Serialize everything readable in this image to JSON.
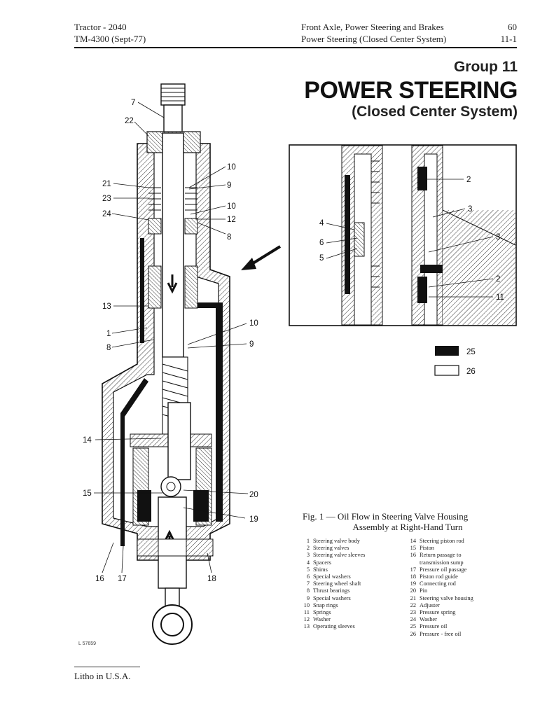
{
  "header": {
    "left_line1": "Tractor - 2040",
    "left_line2": "TM-4300 (Sept-77)",
    "right_line1": "Front Axle, Power Steering and Brakes",
    "right_page1": "60",
    "right_line2": "Power Steering (Closed Center System)",
    "right_page2": "11-1"
  },
  "group": "Group 11",
  "title": "POWER STEERING",
  "subtitle": "(Closed Center System)",
  "main_callouts": {
    "c7": "7",
    "c22": "22",
    "c21": "21",
    "c23": "23",
    "c24": "24",
    "c10a": "10",
    "c9a": "9",
    "c10b": "10",
    "c12": "12",
    "c8a": "8",
    "c13": "13",
    "c1": "1",
    "c8b": "8",
    "c10c": "10",
    "c9b": "9",
    "c14": "14",
    "c15": "15",
    "c20": "20",
    "c19": "19",
    "c16": "16",
    "c17": "17",
    "c18": "18"
  },
  "detail_callouts": {
    "d4": "4",
    "d6": "6",
    "d5": "5",
    "d2a": "2",
    "d3a": "3",
    "d3b": "3",
    "d2b": "2",
    "d11": "11"
  },
  "legend_keys": {
    "dark": "25",
    "light": "26"
  },
  "caption": {
    "line1": "Fig. 1 — Oil Flow in Steering Valve Housing",
    "line2": "Assembly at Right-Hand Turn"
  },
  "parts_left": [
    {
      "n": "1",
      "t": "Steering valve body"
    },
    {
      "n": "2",
      "t": "Steering valves"
    },
    {
      "n": "3",
      "t": "Steering valve sleeves"
    },
    {
      "n": "4",
      "t": "Spacers"
    },
    {
      "n": "5",
      "t": "Shims"
    },
    {
      "n": "6",
      "t": "Special washers"
    },
    {
      "n": "7",
      "t": "Steering wheel shaft"
    },
    {
      "n": "8",
      "t": "Thrust bearings"
    },
    {
      "n": "9",
      "t": "Special washers"
    },
    {
      "n": "10",
      "t": "Snap rings"
    },
    {
      "n": "11",
      "t": "Springs"
    },
    {
      "n": "12",
      "t": "Washer"
    },
    {
      "n": "13",
      "t": "Operating sleeves"
    }
  ],
  "parts_right": [
    {
      "n": "14",
      "t": "Steering piston rod"
    },
    {
      "n": "15",
      "t": "Piston"
    },
    {
      "n": "16",
      "t": "Return passage to"
    },
    {
      "n": "",
      "t": "transmission sump"
    },
    {
      "n": "17",
      "t": "Pressure oil passage"
    },
    {
      "n": "18",
      "t": "Piston rod guide"
    },
    {
      "n": "19",
      "t": "Connecting rod"
    },
    {
      "n": "20",
      "t": "Pin"
    },
    {
      "n": "21",
      "t": "Steering valve housing"
    },
    {
      "n": "22",
      "t": "Adjuster"
    },
    {
      "n": "23",
      "t": "Pressure spring"
    },
    {
      "n": "24",
      "t": "Washer"
    },
    {
      "n": "25",
      "t": "Pressure oil"
    },
    {
      "n": "26",
      "t": "Pressure - free oil"
    }
  ],
  "figure_id": "L 57659",
  "footer": "Litho in U.S.A."
}
